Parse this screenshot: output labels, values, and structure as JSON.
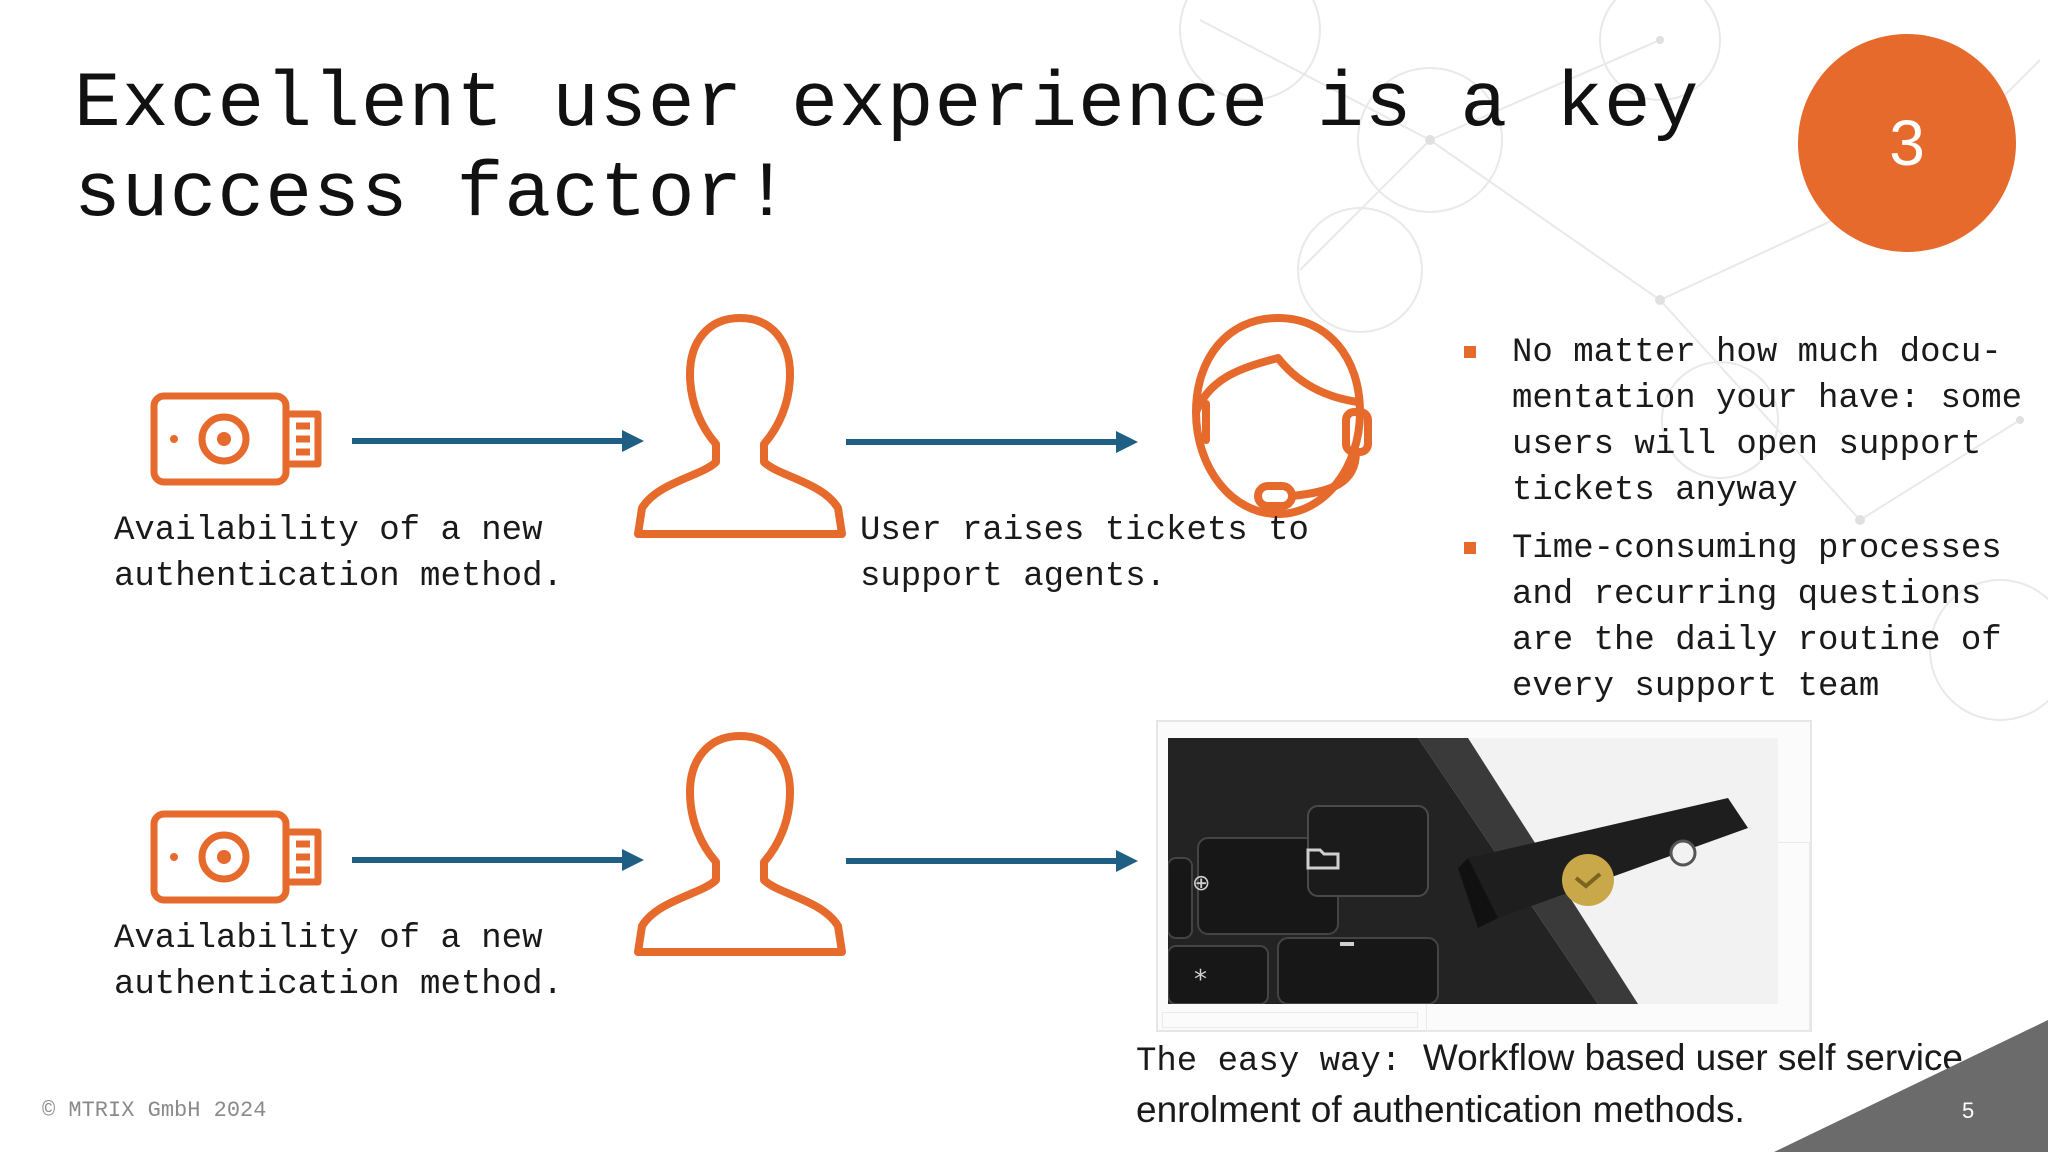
{
  "slide": {
    "title": "Excellent user experience is a key success factor!",
    "badge_number": "3",
    "page_number": "5",
    "copyright": "© MTRIX GmbH 2024"
  },
  "colors": {
    "accent": "#e66a2c",
    "arrow": "#1f5f84",
    "text": "#1a1a1a"
  },
  "flow_top": {
    "icons": [
      "security-key-icon",
      "user-icon",
      "support-agent-headset-icon"
    ],
    "caption_left": "Availability of a new\nauthentication method.",
    "caption_middle": "User raises tickets to\nsupport agents."
  },
  "flow_bottom": {
    "icons": [
      "security-key-icon",
      "user-icon"
    ],
    "caption_left": "Availability of a new\nauthentication method.",
    "easy_way_prefix": "The easy way:",
    "easy_way_text": "Workflow based user self service enrolment of authentication methods."
  },
  "bullets": [
    "No matter how much docu-mentation your have: some users will open support tickets anyway",
    "Time-consuming processes and recurring questions are the daily routine of every support team"
  ]
}
